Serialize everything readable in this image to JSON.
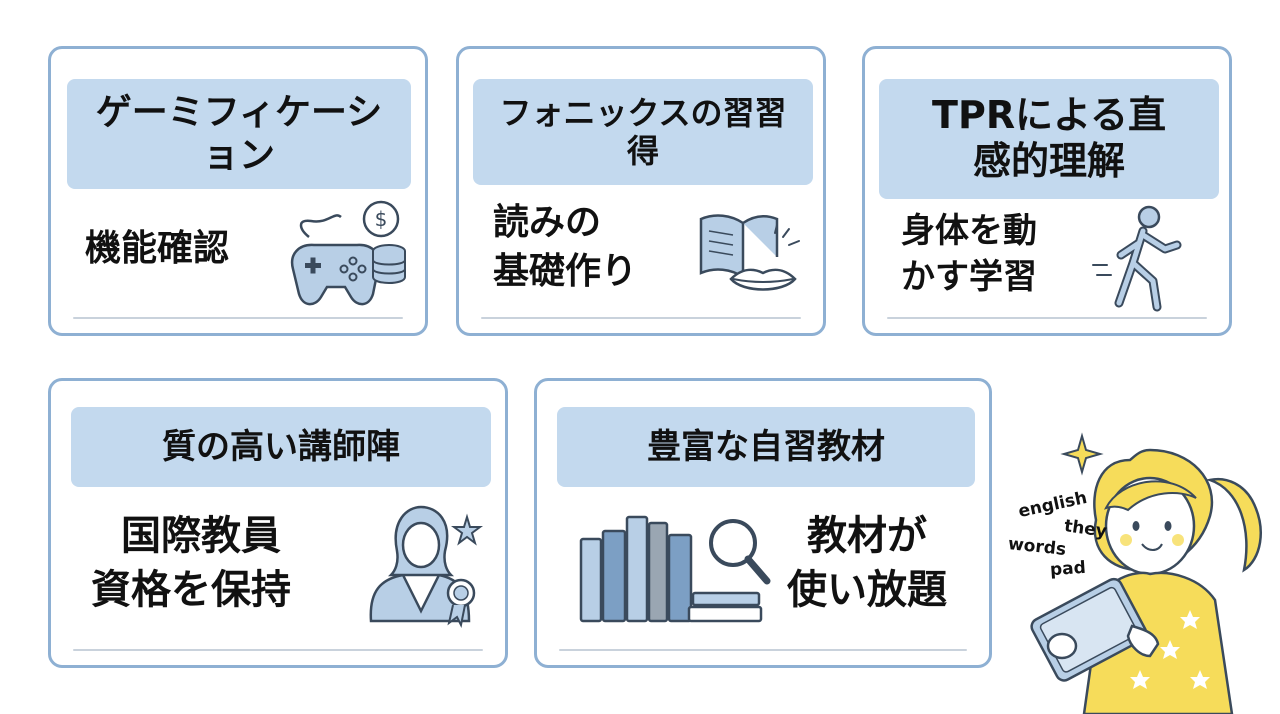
{
  "cards": [
    {
      "title": "ゲーミフィケーション",
      "body": [
        "機能確認"
      ],
      "icon": "game-controller-coins-icon"
    },
    {
      "title": "フォニックスの習習得",
      "body": [
        "読みの",
        "基礎作り"
      ],
      "icon": "open-book-mouth-icon"
    },
    {
      "title": "TPRによる直感的理解",
      "body": [
        "身体を動",
        "かす学習"
      ],
      "icon": "walking-person-icon"
    },
    {
      "title": "質の高い講師陣",
      "body": [
        "国際教員",
        "資格を保持"
      ],
      "icon": "teacher-badge-icon"
    },
    {
      "title": "豊富な自習教材",
      "body": [
        "教材が",
        "使い放題"
      ],
      "icon": "books-magnifier-icon"
    }
  ],
  "illustration": {
    "floating_words": [
      "english",
      "words",
      "they",
      "pad"
    ],
    "icon": "girl-with-tablet-icon"
  },
  "colors": {
    "card_border": "#8eb0d3",
    "banner_bg": "#c3d9ee",
    "icon_fill": "#b8cfe6",
    "icon_stroke": "#3a4a5c",
    "hoodie": "#f6dc5a"
  }
}
